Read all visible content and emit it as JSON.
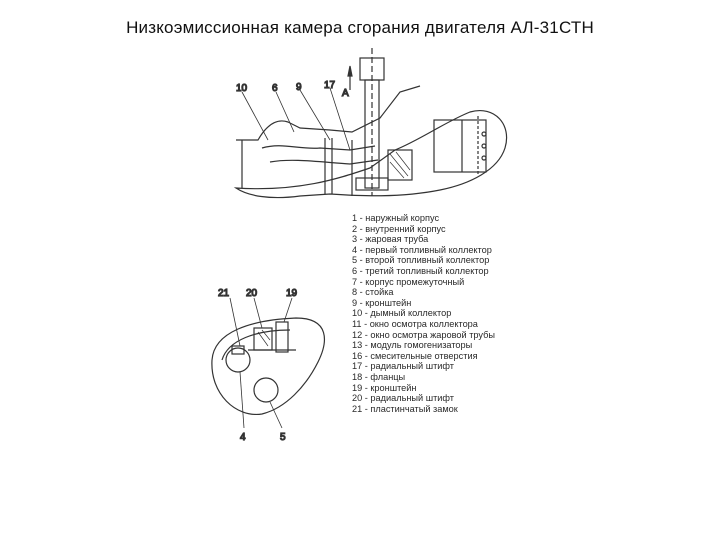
{
  "slide": {
    "title": "Низкоэмиссионная камера сгорания  двигателя  АЛ-31СТН"
  },
  "section_view": {
    "section_label": "А",
    "callouts": {
      "c10": "10",
      "c6": "6",
      "c9": "9",
      "c17": "17"
    }
  },
  "detail_view": {
    "callouts": {
      "c21": "21",
      "c20": "20",
      "c19": "19",
      "c4": "4",
      "c5": "5"
    }
  },
  "legend": {
    "items": [
      "1 - наружный корпус",
      "2 - внутренний корпус",
      "3 - жаровая труба",
      "4 - первый топливный коллектор",
      "5 - второй топливный коллектор",
      "6 - третий топливный коллектор",
      "7 - корпус промежуточный",
      "8 - стойка",
      "9 - кронштейн",
      "10 - дымный коллектор",
      "11 - окно осмотра коллектора",
      "12 - окно осмотра жаровой трубы",
      "13 - модуль гомогенизаторы",
      "16 - смесительные отверстия",
      "17 - радиальный штифт",
      "18 - фланцы",
      "19 - кронштейн",
      "20 - радиальный штифт",
      "21 - пластинчатый замок"
    ]
  }
}
